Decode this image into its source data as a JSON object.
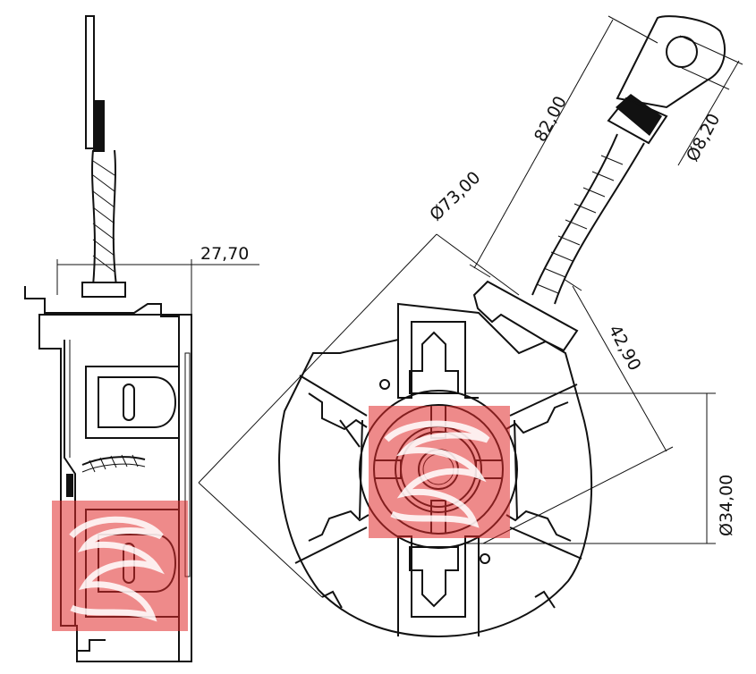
{
  "drawing": {
    "dimensions": {
      "width_27_70": "27,70",
      "length_82_00": "82,00",
      "dia_8_20": "Ø8,20",
      "dia_73_00": "Ø73,00",
      "length_42_90": "42,90",
      "dia_34_00": "Ø34,00"
    }
  },
  "colors": {
    "line": "#111111",
    "logo": "#e02a2a",
    "background": "#ffffff"
  }
}
